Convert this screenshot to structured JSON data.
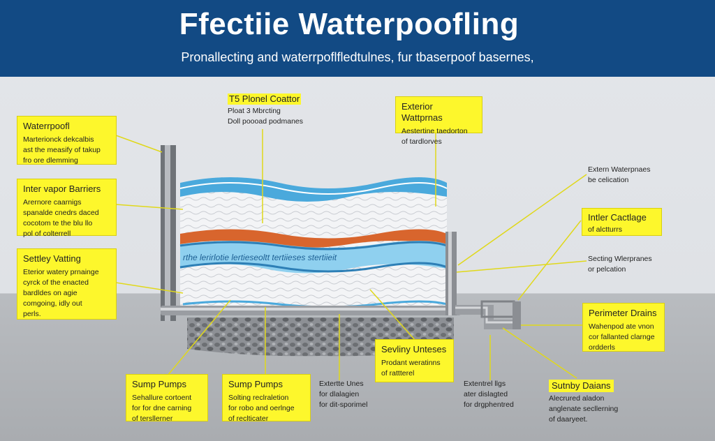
{
  "header": {
    "title": "Ffectiie Watterpoofling",
    "subtitle": "Pronallecting and waterrpoflfledtulnes, fur tbaserpoof basernes,"
  },
  "colors": {
    "header_bg": "#124a84",
    "callout_bg": "#fdf72c",
    "leader_line": "#e0d81a",
    "water_layer": "#4aa9dc",
    "barrier_layer": "#d8652d",
    "pipe": "#9a9da2"
  },
  "callouts": {
    "waterproof": {
      "title": "Waterrpoofl",
      "lines": [
        "Marterionck dekcalbis",
        "ast the measify of takup",
        "fro ore dlemming"
      ]
    },
    "inter_vapor": {
      "title": "Inter vapor Barriers",
      "lines": [
        "Arernore caarnigs",
        "spanalde cnedrs daced",
        "cocotom te the blu llo",
        "pol of colterrell"
      ]
    },
    "settley": {
      "title": "Settley Vatting",
      "lines": [
        "Eterior watery prnainge",
        "cyrck of the enacted",
        "bardldes on agie",
        "comgoing, idly out",
        "perls."
      ]
    },
    "coater": {
      "title": "T5 Plonel Coattor",
      "lines": [
        "Ploat 3 Mbrcting",
        "Doll poooad podmanes"
      ]
    },
    "exterior_top": {
      "title": "Exterior Wattprnas",
      "lines": [
        "Aestertine taedorton",
        "of tardlorves"
      ]
    },
    "right_note_1": {
      "title": "",
      "lines": [
        "Extern Waterpnaes",
        "be celication"
      ]
    },
    "inner_cactage": {
      "title": "Intler Cactlage",
      "lines": [
        "of alctturrs"
      ]
    },
    "right_note_2": {
      "title": "",
      "lines": [
        "Secting Wlerpranes",
        "or pelcation"
      ]
    },
    "perimeter": {
      "title": "Perimeter Drains",
      "lines": [
        "Wahenpod ate vnon",
        "cor fallanted clarnge",
        "ordderls"
      ]
    },
    "sump1": {
      "title": "Sump Pumps",
      "lines": [
        "Sehallure cortoent",
        "for for dne carning",
        "of tersllerner"
      ]
    },
    "sump2": {
      "title": "Sump Pumps",
      "lines": [
        "Solting reclraletion",
        "for robo and oerlnge",
        "of reclticater"
      ]
    },
    "sevliny": {
      "title": "Sevliny Unteses",
      "lines": [
        "Prodant weratinns",
        "of rattterel"
      ]
    },
    "bottom_note_1": {
      "title": "",
      "lines": [
        "Extertte Unes",
        "for dlalagien",
        "for dit-sporimel"
      ]
    },
    "bottom_note_2": {
      "title": "",
      "lines": [
        "Extentrel llgs",
        "ater dislagted",
        "for drgphentred"
      ]
    },
    "sutnby": {
      "title": "Sutnby Daians",
      "lines": [
        "Alecrured aladon",
        "anglenate secllerning",
        "of daaryeet."
      ]
    }
  },
  "band_text": "rthe lerirlotie lertieseoltt tertiieses stertiieit"
}
